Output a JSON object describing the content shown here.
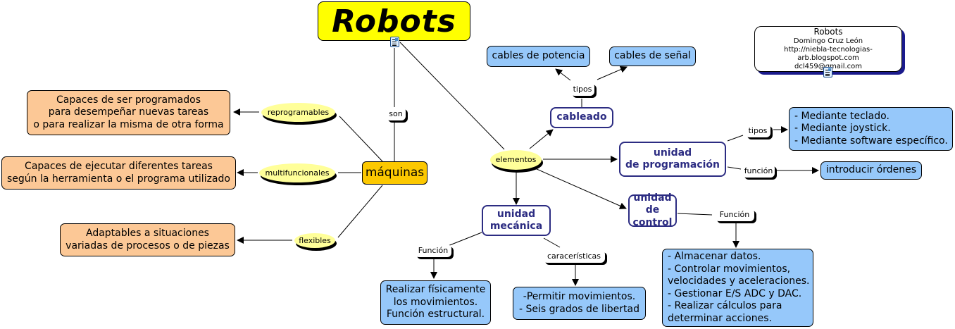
{
  "title": "Robots",
  "info": {
    "title": "Robots",
    "author": "Domingo Cruz León",
    "url": "http://niebla-tecnologias-arb.blogspot.com",
    "email": "dcl459@gmail.com"
  },
  "nodes": {
    "maquinas": "máquinas",
    "reprogramables_desc": "Capaces de ser programados\npara desempeñar nuevas tareas\no para realizar la misma de otra forma",
    "multifuncionales_desc": "Capaces de ejecutar diferentes tareas\nsegún la herramienta o el programa utilizado",
    "flexibles_desc": "Adaptables a situaciones\nvariadas de procesos o de piezas",
    "cables_potencia": "cables de potencia",
    "cables_senal": "cables de señal",
    "cableado": "cableado",
    "unidad_programacion": "unidad\nde programación",
    "tipos_programacion": "- Mediante teclado.\n- Mediante joystick.\n- Mediante software específico.",
    "introducir_ordenes": "introducir órdenes",
    "unidad_control": "unidad\nde control",
    "funciones_control": "- Almacenar datos.\n- Controlar movimientos,\nvelocidades y aceleraciones.\n- Gestionar E/S ADC y DAC.\n- Realizar cálculos para\ndeterminar acciones.",
    "unidad_mecanica": "unidad\nmecánica",
    "funcion_mecanica": "Realizar físicamente\nlos movimientos.\nFunción estructural.",
    "caracteristicas_mecanica": "-Permitir movimientos.\n- Seis grados de libertad"
  },
  "linking_phrases": {
    "son": "son",
    "reprogramables": "reprogramables",
    "multifuncionales": "multifuncionales",
    "flexibles": "flexibles",
    "elementos": "elementos",
    "tipos_cableado": "tipos",
    "tipos_programacion": "tipos",
    "funcion_programacion": "función",
    "funcion_control": "Función",
    "funcion_mecanica": "Función",
    "caracteristicas": "caracerísticas"
  },
  "icons": [
    "document-icon",
    "document-icon"
  ]
}
